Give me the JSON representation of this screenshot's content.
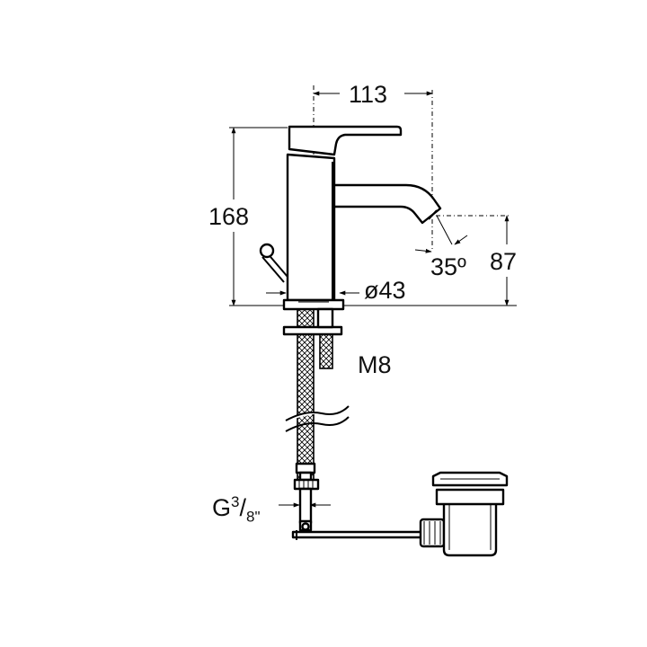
{
  "dimensions": {
    "reach": "113",
    "height": "168",
    "spout_height": "87",
    "angle": "35º",
    "base_diameter": "ø43",
    "rod_thread": "M8",
    "connection_g": "G",
    "connection_num": "3",
    "connection_den": "8\""
  }
}
